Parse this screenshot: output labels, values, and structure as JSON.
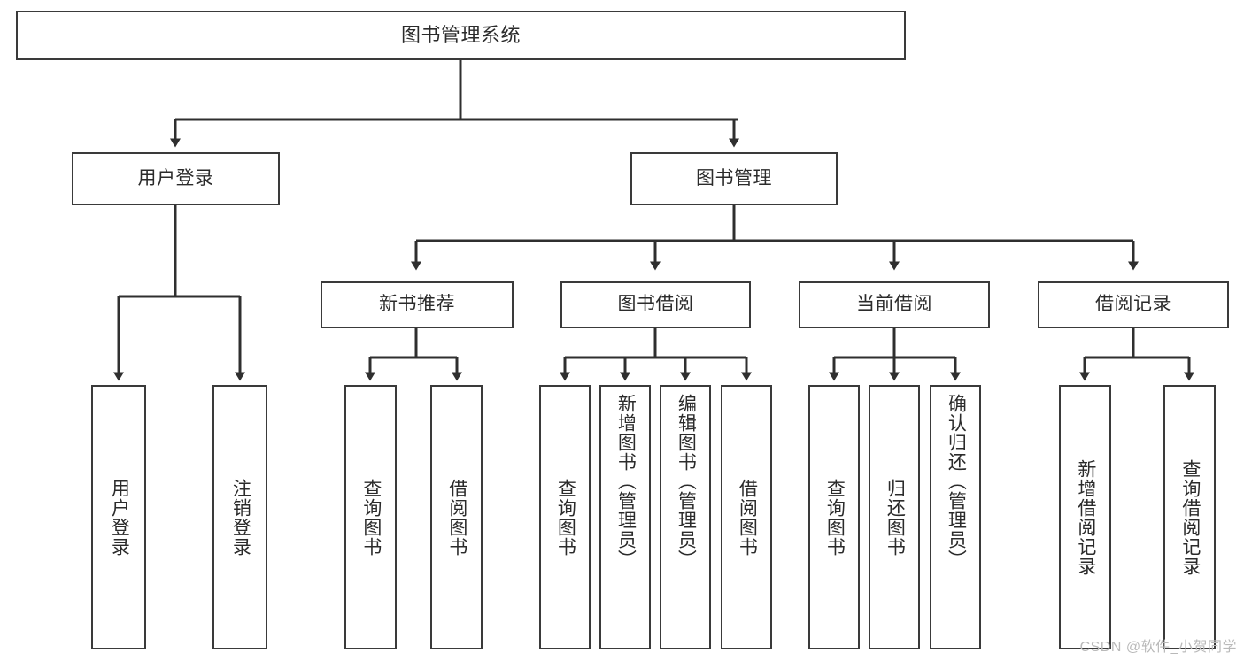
{
  "diagram": {
    "type": "tree-hierarchy",
    "title": "图书管理系统",
    "watermark": "CSDN @软件_小贺同学",
    "colors": {
      "box_border": "#3a3a3a",
      "box_fill": "#ffffff",
      "edge": "#2f2f2f",
      "text": "#2b2b2b",
      "watermark": "#b9b9b9",
      "background": "#ffffff"
    },
    "root": {
      "label": "图书管理系统"
    },
    "level1": [
      {
        "label": "用户登录"
      },
      {
        "label": "图书管理"
      }
    ],
    "level2": [
      {
        "label": "新书推荐"
      },
      {
        "label": "图书借阅"
      },
      {
        "label": "当前借阅"
      },
      {
        "label": "借阅记录"
      }
    ],
    "leaves": {
      "user_login": [
        {
          "label": "用户登录"
        },
        {
          "label": "注销登录"
        }
      ],
      "new_book_recommend": [
        {
          "label": "查询图书"
        },
        {
          "label": "借阅图书"
        }
      ],
      "book_borrow": [
        {
          "label": "查询图书"
        },
        {
          "label": "新增图书（管理员）"
        },
        {
          "label": "编辑图书（管理员）"
        },
        {
          "label": "借阅图书"
        }
      ],
      "current_borrow": [
        {
          "label": "查询图书"
        },
        {
          "label": "归还图书"
        },
        {
          "label": "确认归还（管理员）"
        }
      ],
      "borrow_record": [
        {
          "label": "新增借阅记录"
        },
        {
          "label": "查询借阅记录"
        }
      ]
    }
  }
}
